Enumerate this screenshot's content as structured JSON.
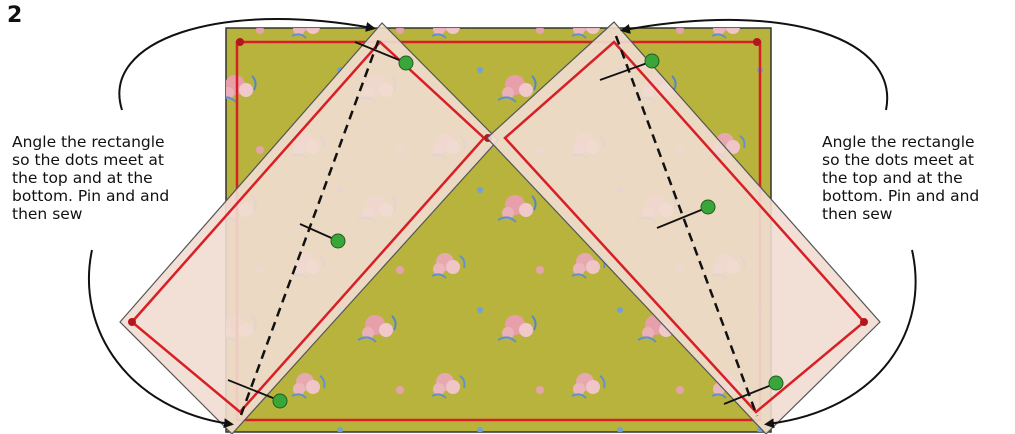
{
  "step_number": "2",
  "instructions": {
    "left": "Angle the rectangle\nso the dots meet at\nthe top and at the\nbottom. Pin and and\nthen sew",
    "right": "Angle the rectangle\nso the dots meet at\nthe top and at the\nbottom. Pin and and\nthen sew"
  },
  "colors": {
    "background_fabric": "#b8b33c",
    "rectangle_fabric": "#f1ddd2",
    "seam_line": "#d91f26",
    "pin_head": "#3aa63a",
    "sew_line": "#111111",
    "arrow": "#111111"
  }
}
